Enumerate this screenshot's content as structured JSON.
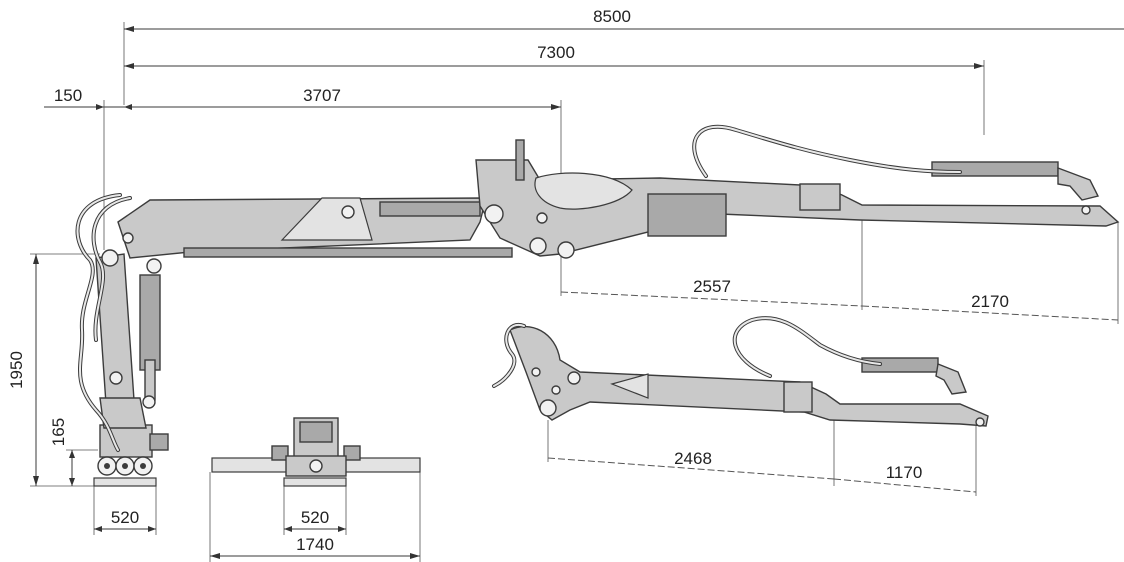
{
  "dimensions": {
    "overall_reach": "8500",
    "reach_7300": "7300",
    "offset_150": "150",
    "main_boom": "3707",
    "height": "1950",
    "base_height": "165",
    "base_width_side": "520",
    "base_width_front": "520",
    "leg_span": "1740",
    "extension_upper": "2557",
    "telescope_upper": "2170",
    "extension_lower": "2468",
    "telescope_lower": "1170"
  },
  "colors": {
    "steel": "#c9c9c9",
    "outline": "#3c3c3c",
    "dimension_line": "#3a3a3a"
  }
}
